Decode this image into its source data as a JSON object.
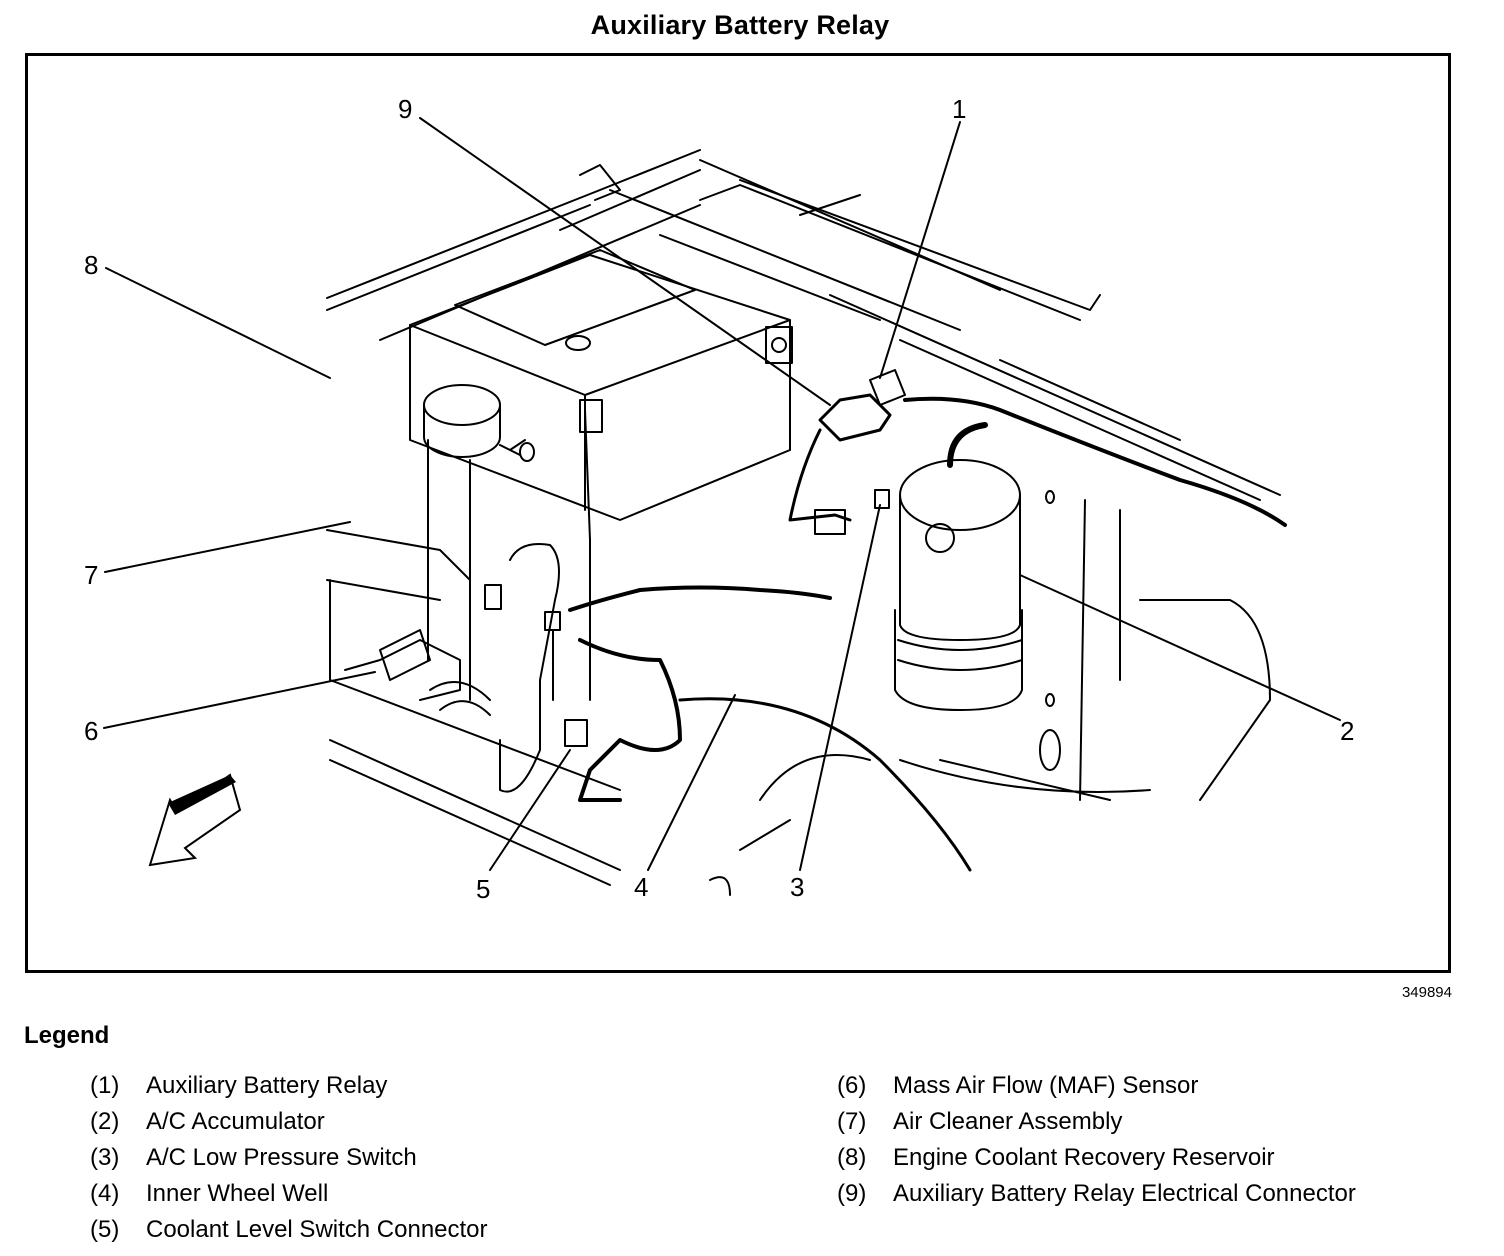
{
  "title": "Auxiliary Battery Relay",
  "figure_id": "349894",
  "diagram": {
    "callouts": [
      {
        "label": "1",
        "target": "Auxiliary Battery Relay"
      },
      {
        "label": "2",
        "target": "A/C Accumulator"
      },
      {
        "label": "3",
        "target": "A/C Low Pressure Switch"
      },
      {
        "label": "4",
        "target": "Inner Wheel Well"
      },
      {
        "label": "5",
        "target": "Coolant Level Switch Connector"
      },
      {
        "label": "6",
        "target": "Mass Air Flow (MAF) Sensor"
      },
      {
        "label": "7",
        "target": "Air Cleaner Assembly"
      },
      {
        "label": "8",
        "target": "Engine Coolant Recovery Reservoir"
      },
      {
        "label": "9",
        "target": "Auxiliary Battery Relay Electrical Connector"
      }
    ],
    "direction_arrow": "front-of-vehicle-arrow"
  },
  "legend": {
    "title": "Legend",
    "items": [
      {
        "num": "(1)",
        "text": "Auxiliary Battery Relay"
      },
      {
        "num": "(2)",
        "text": "A/C Accumulator"
      },
      {
        "num": "(3)",
        "text": "A/C Low Pressure Switch"
      },
      {
        "num": "(4)",
        "text": "Inner Wheel Well"
      },
      {
        "num": "(5)",
        "text": "Coolant Level Switch Connector"
      },
      {
        "num": "(6)",
        "text": "Mass Air Flow (MAF) Sensor"
      },
      {
        "num": "(7)",
        "text": "Air Cleaner Assembly"
      },
      {
        "num": "(8)",
        "text": "Engine Coolant Recovery Reservoir"
      },
      {
        "num": "(9)",
        "text": "Auxiliary Battery Relay Electrical Connector"
      }
    ]
  }
}
